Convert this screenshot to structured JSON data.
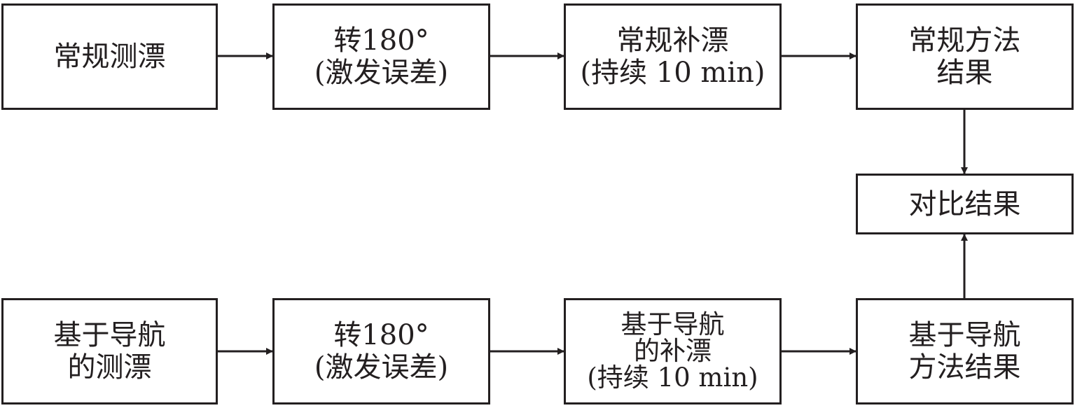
{
  "diagram": {
    "nodes": {
      "conventional_drift_test": {
        "lines": [
          "常规测漂"
        ]
      },
      "rotate_180_conventional": {
        "lines": [
          "转180°",
          "(激发误差)"
        ]
      },
      "conventional_compensation": {
        "lines": [
          "常规补漂",
          "(持续 10 min)"
        ]
      },
      "conventional_result": {
        "lines": [
          "常规方法",
          "结果"
        ]
      },
      "compare_results": {
        "lines": [
          "对比结果"
        ]
      },
      "navigation_drift_test": {
        "lines": [
          "基于导航",
          "的测漂"
        ]
      },
      "rotate_180_navigation": {
        "lines": [
          "转180°",
          "(激发误差)"
        ]
      },
      "navigation_compensation": {
        "lines": [
          "基于导航",
          "的补漂",
          "(持续 10 min)"
        ]
      },
      "navigation_result": {
        "lines": [
          "基于导航",
          "方法结果"
        ]
      }
    },
    "colors": {
      "stroke": "#231f20",
      "background": "#ffffff"
    }
  }
}
